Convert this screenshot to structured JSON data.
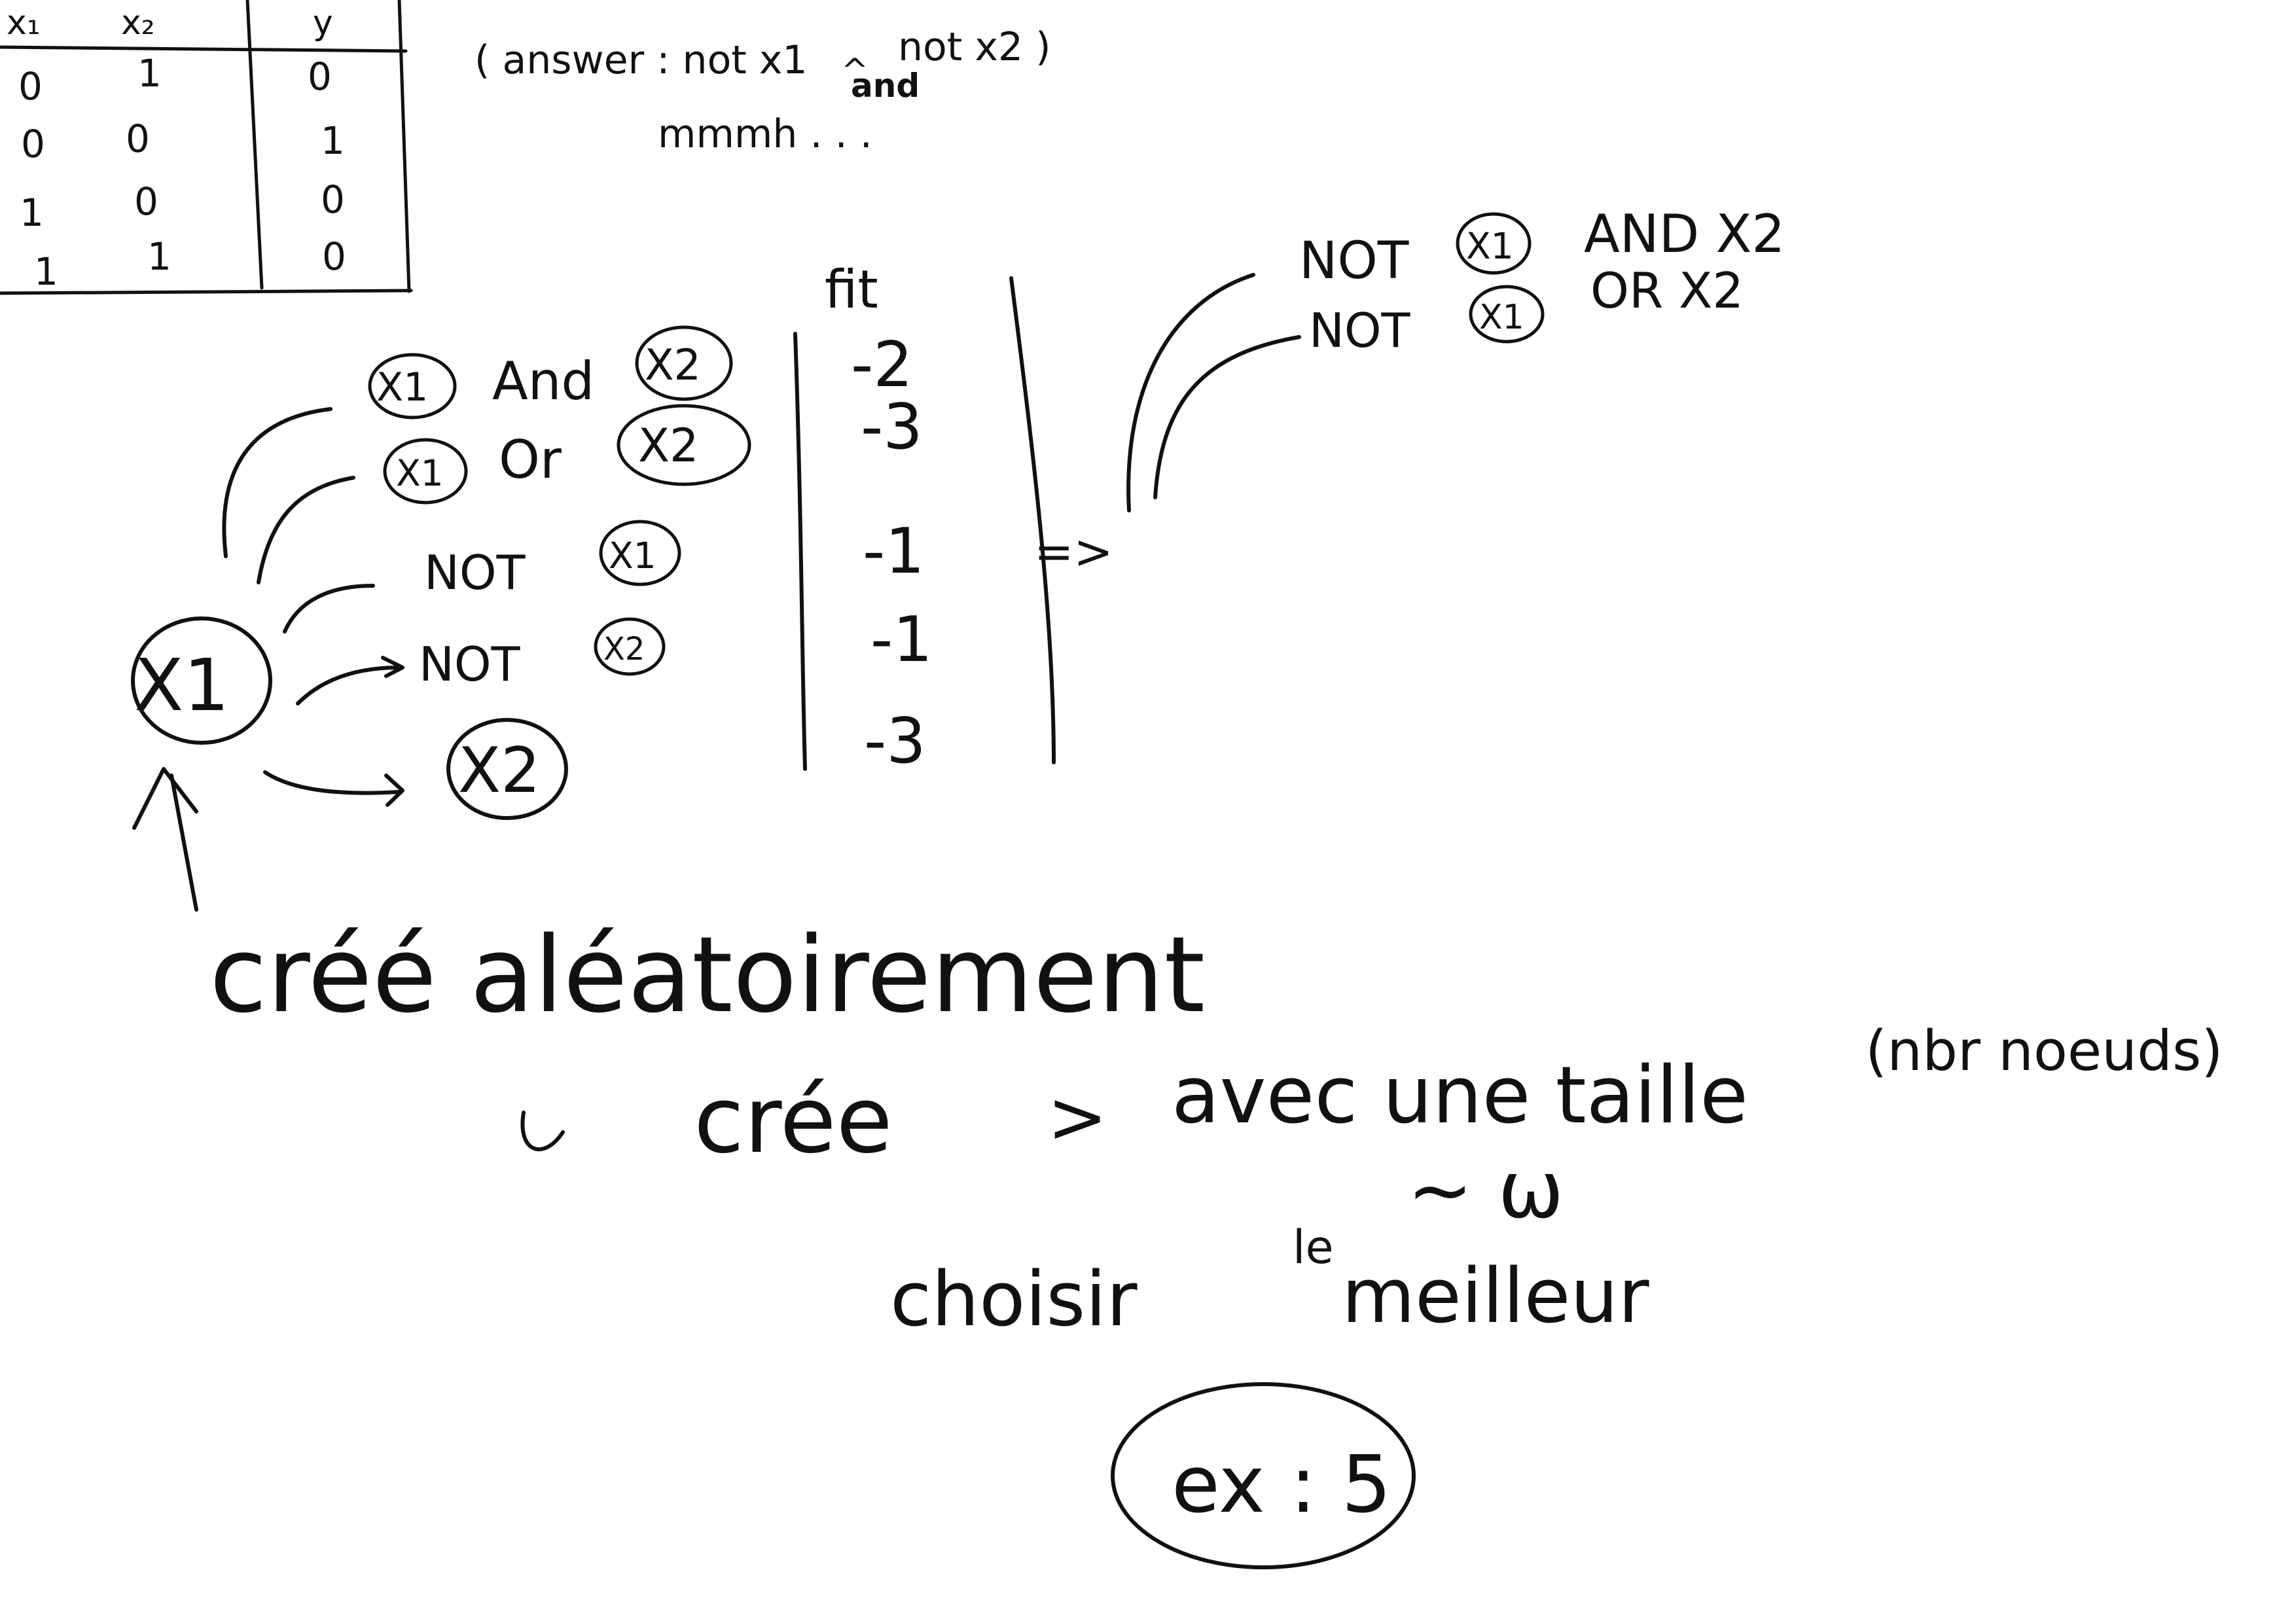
{
  "truth_table": {
    "headers": [
      "x₁",
      "x₂",
      "y"
    ],
    "rows": [
      [
        "0",
        "1",
        "0"
      ],
      [
        "0",
        "0",
        "1"
      ],
      [
        "1",
        "0",
        "0"
      ],
      [
        "1",
        "1",
        "0"
      ]
    ]
  },
  "answer_note": {
    "line": "( answer : not x1",
    "caret": "^",
    "inserted": "and",
    "tail": "not x2 )",
    "musing": "mmmh . . ."
  },
  "tree": {
    "root": "X1",
    "branches": [
      {
        "left": "X1",
        "op": "And",
        "right": "X2"
      },
      {
        "left": "X1",
        "op": "Or",
        "right": "X2"
      },
      {
        "op": "NOT",
        "right": "X1"
      },
      {
        "op": "NOT",
        "right": "X2"
      },
      {
        "right": "X2"
      }
    ]
  },
  "fitness": {
    "label": "fit",
    "values": [
      "-2",
      "-3",
      "-1",
      "-1",
      "-3"
    ]
  },
  "implies": "=>",
  "results": [
    {
      "op": "NOT",
      "var": "X1",
      "rest": "AND X2"
    },
    {
      "op": "NOT",
      "var": "X1",
      "rest": "OR X2"
    }
  ],
  "notes": {
    "line1": "créé aléatoirement",
    "line2a": "crée",
    "gt": ">",
    "line2b": "avec une taille",
    "paren": "(nbr noeuds)",
    "tilde_omega": "~ ω",
    "choisir": "choisir",
    "le": "le",
    "meilleur": "meilleur",
    "example": "ex : 5"
  }
}
